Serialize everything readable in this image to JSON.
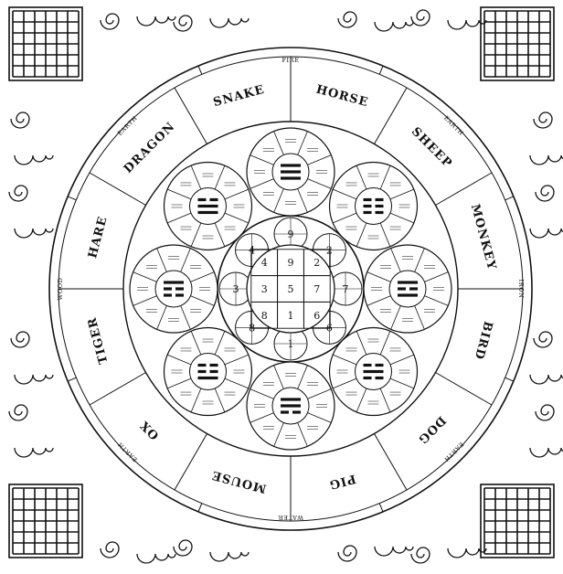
{
  "elements": {
    "top": "FIRE",
    "upper_left": "EARTH",
    "upper_right": "EARTH",
    "left": "WOOD",
    "right": "IRON",
    "lower_left": "EARTH",
    "lower_right": "EARTH",
    "bottom": "WATER"
  },
  "animals": [
    "SNAKE",
    "HORSE",
    "SHEEP",
    "MONKEY",
    "BIRD",
    "DOG",
    "PIG",
    "MOUSE",
    "OX",
    "TIGER",
    "HARE",
    "DRAGON"
  ],
  "center_digit": "5",
  "inner_grid_digits": [
    "4",
    "9",
    "2",
    "3",
    "5",
    "7",
    "8",
    "1",
    "6"
  ],
  "surrounding_digits": [
    "9",
    "2",
    "7",
    "6",
    "1",
    "8",
    "3",
    "4"
  ],
  "colors": {
    "ink": "#111111",
    "background": "#ffffff"
  }
}
